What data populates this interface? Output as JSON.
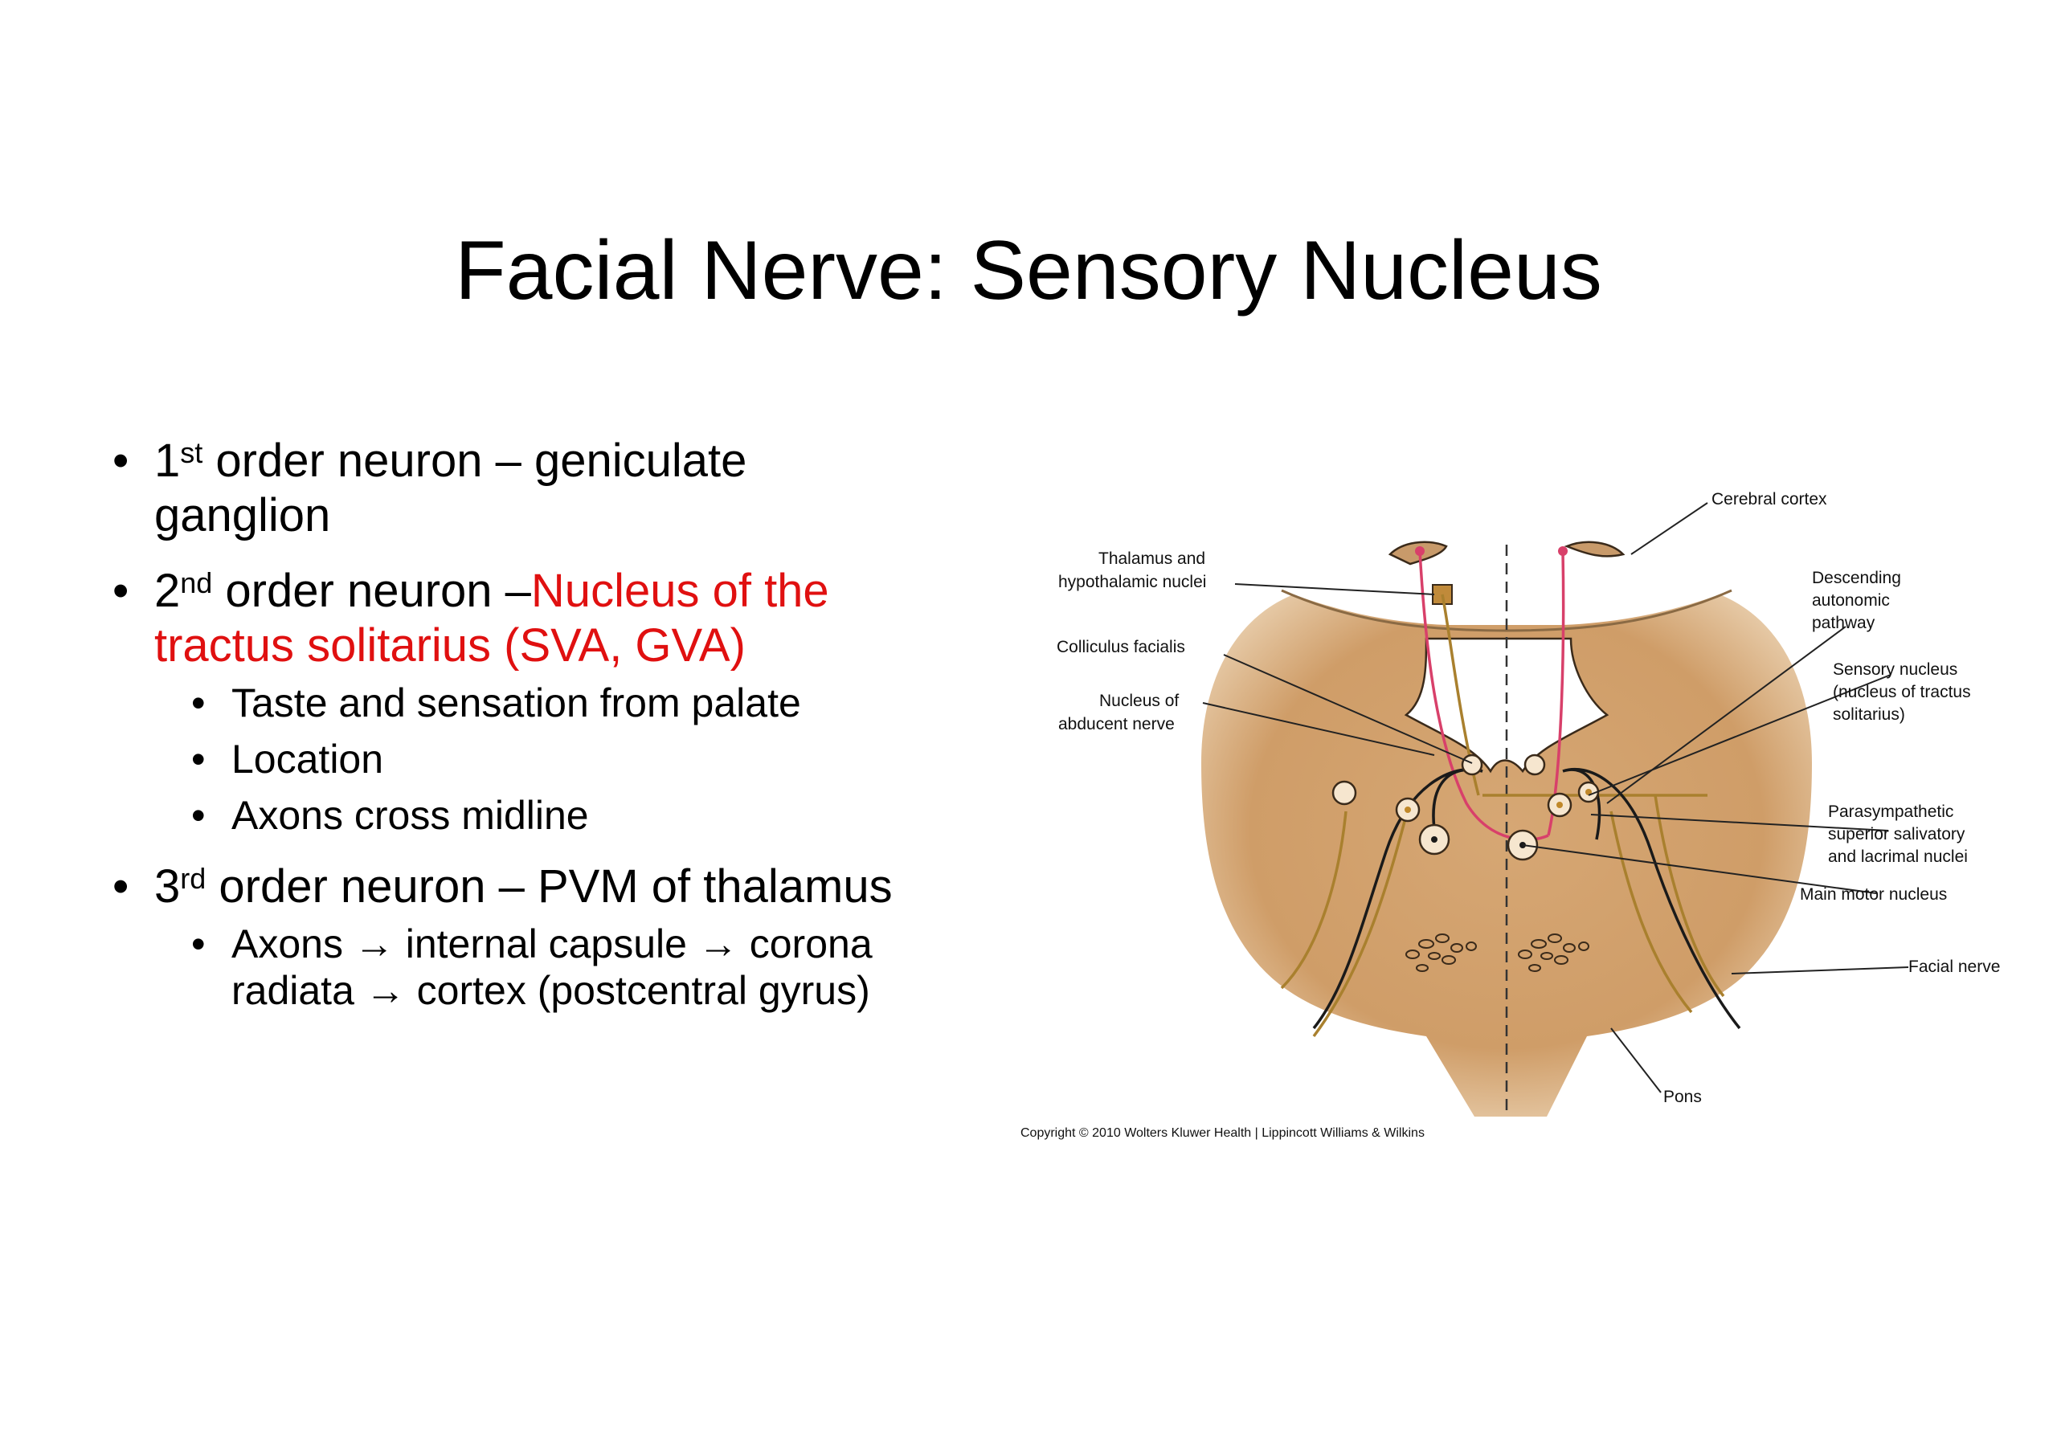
{
  "slide": {
    "title": "Facial Nerve: Sensory Nucleus"
  },
  "bullets": [
    {
      "num": "1",
      "sup": "st",
      "text": " order neuron – geniculate ganglion",
      "red_text": "",
      "subitems": []
    },
    {
      "num": "2",
      "sup": "nd",
      "text": " order neuron –",
      "red_text": "Nucleus of the tractus solitarius (SVA, GVA)",
      "subitems": [
        "Taste and sensation from palate",
        "Location",
        "Axons cross midline"
      ]
    },
    {
      "num": "3",
      "sup": "rd",
      "text": " order neuron – PVM of thalamus",
      "red_text": "",
      "subitems": [
        "Axons → internal capsule → corona radiata → cortex (postcentral gyrus)"
      ]
    }
  ],
  "figure": {
    "labels": {
      "cerebral_cortex": "Cerebral cortex",
      "thalamus_1": "Thalamus and",
      "thalamus_2": "hypothalamic nuclei",
      "descending_1": "Descending",
      "descending_2": "autonomic",
      "descending_3": "pathway",
      "colliculus": "Colliculus facialis",
      "abducent_1": "Nucleus of",
      "abducent_2": "abducent nerve",
      "sensory_1": "Sensory nucleus",
      "sensory_2": "(nucleus of tractus",
      "sensory_3": "solitarius)",
      "parasym_1": "Parasympathetic",
      "parasym_2": "superior salivatory",
      "parasym_3": "and lacrimal nuclei",
      "main_motor": "Main motor nucleus",
      "facial_nerve": "Facial nerve",
      "pons": "Pons"
    },
    "copyright": "Copyright © 2010 Wolters Kluwer Health | Lippincott Williams & Wilkins",
    "colors": {
      "pons_fill": "#d2a06e",
      "pons_light": "#e6c49a",
      "nerve_red": "#d8406a",
      "nerve_tan": "#a9802e",
      "nerve_dark": "#1a1a1a"
    }
  }
}
